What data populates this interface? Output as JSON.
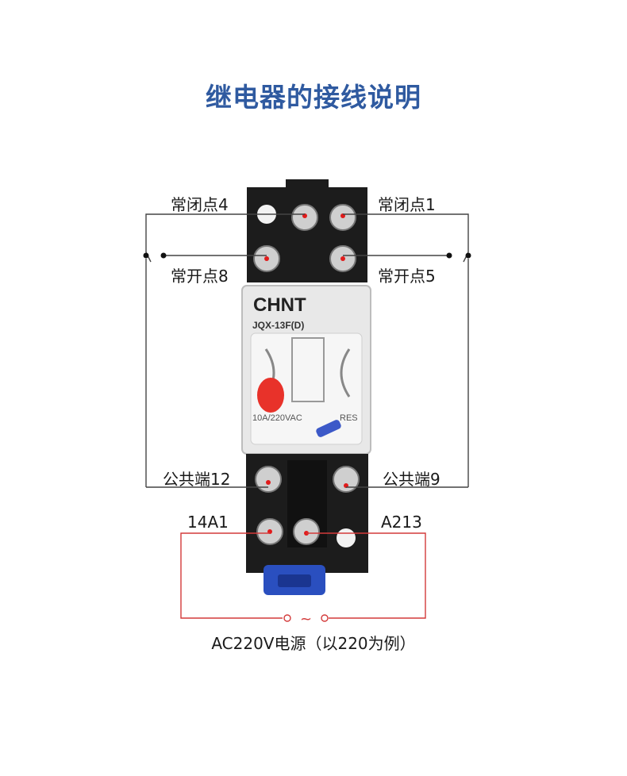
{
  "title": "继电器的接线说明",
  "terminals": {
    "nc4": "常闭点4",
    "nc1": "常闭点1",
    "no8": "常开点8",
    "no5": "常开点5",
    "com12": "公共端12",
    "com9": "公共端9",
    "a14": "14A1",
    "a13": "A213"
  },
  "relay": {
    "brand": "CHNT",
    "model": "JQX-13F(D)",
    "rating": "10A/220VAC",
    "reset_text": "RES"
  },
  "power": {
    "symbol": "~",
    "caption": "AC220V电源（以220为例）"
  },
  "colors": {
    "title": "#2f5aa0",
    "wire_dark": "#444444",
    "wire_red": "#d33a3a",
    "relay_body": "#1c1c1c",
    "base_clip": "#2a4fbf"
  }
}
